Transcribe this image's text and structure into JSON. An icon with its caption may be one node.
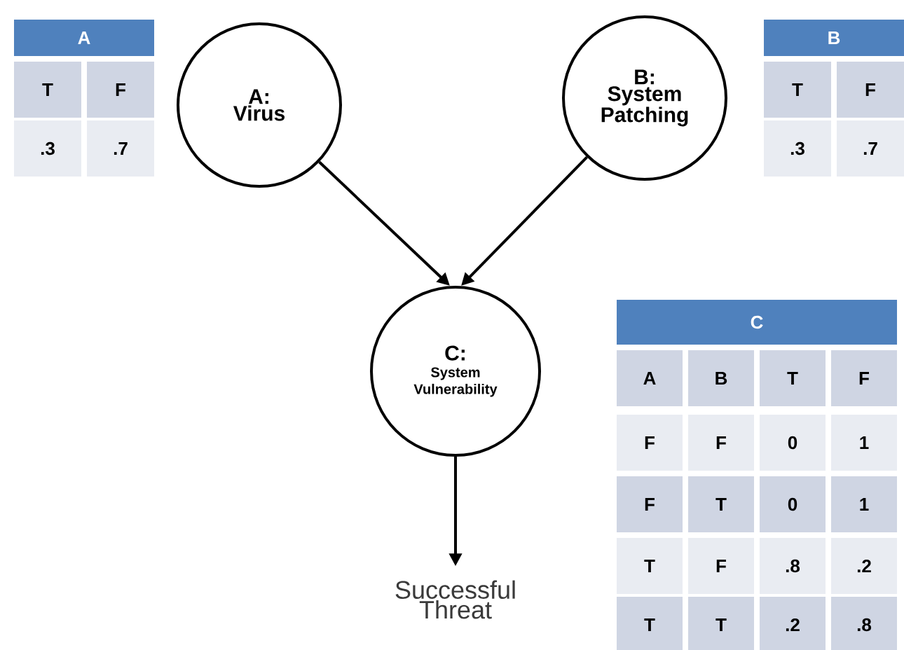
{
  "diagram": {
    "nodes": [
      {
        "text": [
          "A:",
          "Virus"
        ]
      },
      {
        "text": [
          "B:",
          "System Patching"
        ]
      },
      {
        "text": [
          "C:",
          "System Vulnerability"
        ]
      },
      {
        "text": [
          "Successful Threat"
        ]
      }
    ],
    "edges": [
      {
        "from": 0,
        "to": 2,
        "arrow": "to"
      },
      {
        "from": 1,
        "to": 2,
        "arrow": "to"
      },
      {
        "from": 2,
        "to": 3,
        "arrow": "to"
      }
    ],
    "labels": [
      "A",
      "T",
      "F",
      ".3",
      ".7",
      "B",
      "T",
      "F",
      ".3",
      ".7",
      "C",
      "A",
      "B",
      "T",
      "F",
      "F",
      "F",
      "0",
      "1",
      "F",
      "T",
      "0",
      "1",
      "T",
      "F",
      ".8",
      ".2",
      "T",
      "T",
      ".2",
      ".8"
    ]
  }
}
